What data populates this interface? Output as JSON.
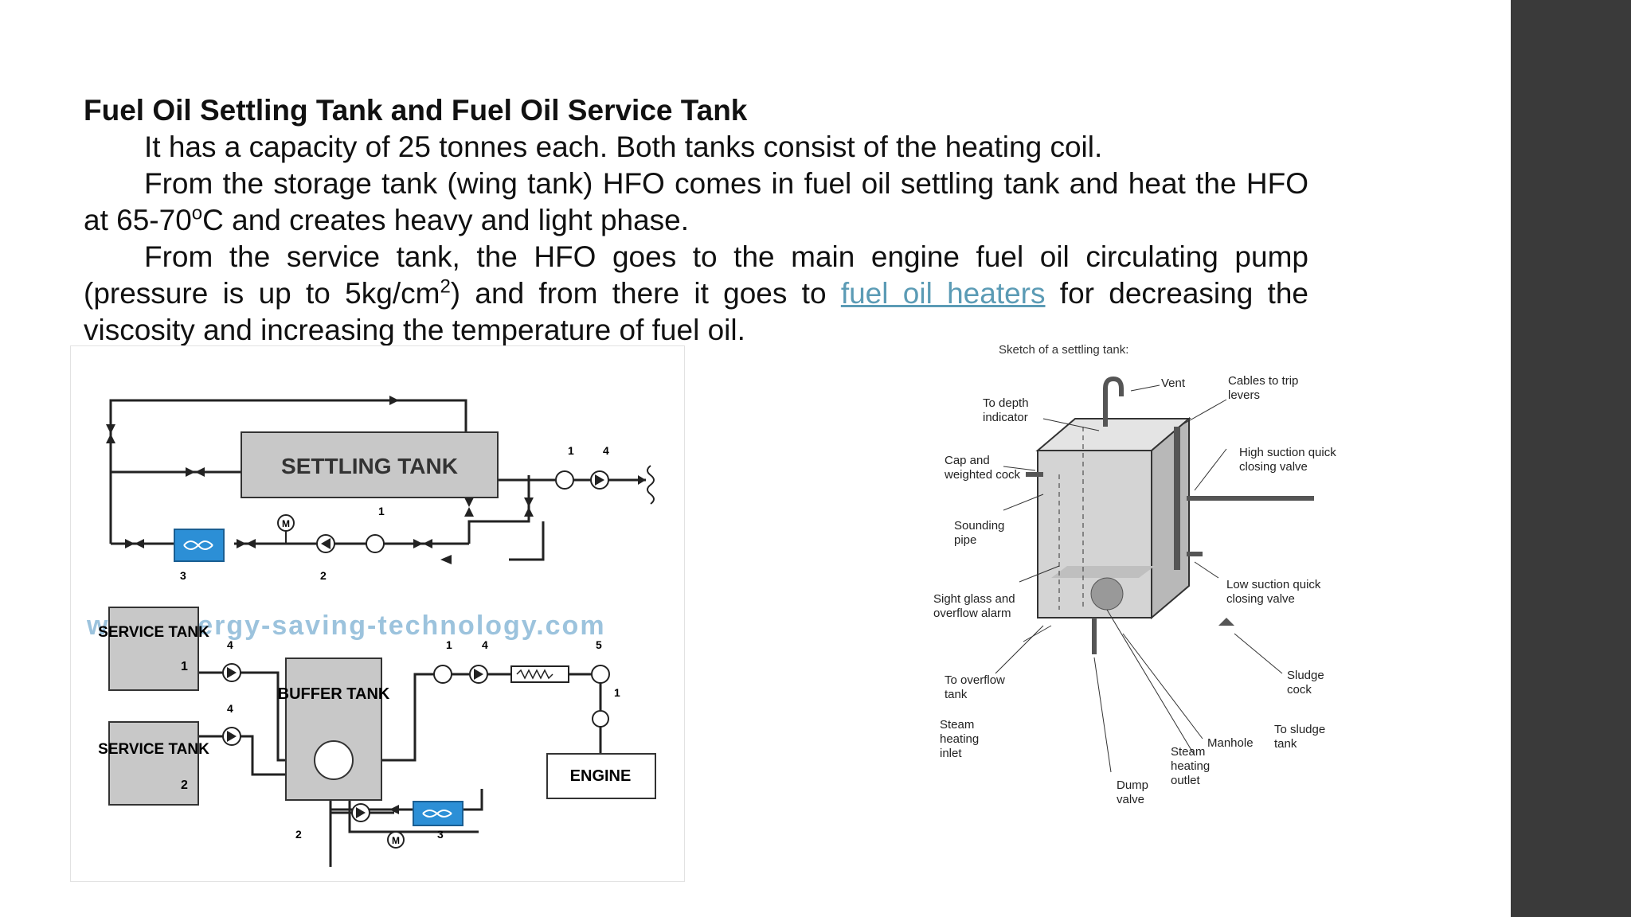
{
  "slide": {
    "title": "Fuel Oil Settling Tank and Fuel Oil Service Tank",
    "p1": "It has a capacity of 25 tonnes each. Both tanks consist of the heating coil.",
    "p2_a": "From the storage tank (wing tank) HFO comes in fuel oil settling tank and heat the HFO at 65-70",
    "p2_sup": "o",
    "p2_b": "C and creates heavy and light phase.",
    "p3_a": "From the service tank, the HFO goes to the main engine fuel oil circulating pump (pressure is up to 5kg/cm",
    "p3_sup": "2",
    "p3_b": ") and from there it goes to ",
    "p3_link": "fuel oil heaters",
    "p3_c": " for decreasing the viscosity and increasing the temperature of fuel oil."
  },
  "left_diagram": {
    "settling_tank": "SETTLING TANK",
    "service_tank_1": "SERVICE TANK",
    "service_tank_1_num": "1",
    "service_tank_2": "SERVICE TANK",
    "service_tank_2_num": "2",
    "buffer_tank": "BUFFER TANK",
    "engine": "ENGINE",
    "watermark": "www.energy-saving-technology.com",
    "motor": "M",
    "num_1": "1",
    "num_2": "2",
    "num_3": "3",
    "num_4": "4",
    "num_5": "5"
  },
  "right_diagram": {
    "title": "Sketch of a settling tank:",
    "vent": "Vent",
    "cables": "Cables to trip levers",
    "depth": "To depth indicator",
    "cap": "Cap and weighted cock",
    "high_suction": "High suction quick closing valve",
    "sounding": "Sounding pipe",
    "low_suction": "Low suction quick closing valve",
    "sight_glass": "Sight glass and overflow alarm",
    "overflow": "To overflow tank",
    "sludge_cock": "Sludge cock",
    "steam_inlet": "Steam heating inlet",
    "manhole": "Manhole",
    "sludge_tank": "To sludge tank",
    "steam_outlet": "Steam heating outlet",
    "dump": "Dump valve"
  },
  "colors": {
    "sidebar": "#3a3a3a",
    "link": "#5b9bb5",
    "tank_fill": "#c8c8c8",
    "heater_blue": "#2c8fd6",
    "watermark": "#9cc3dd"
  }
}
